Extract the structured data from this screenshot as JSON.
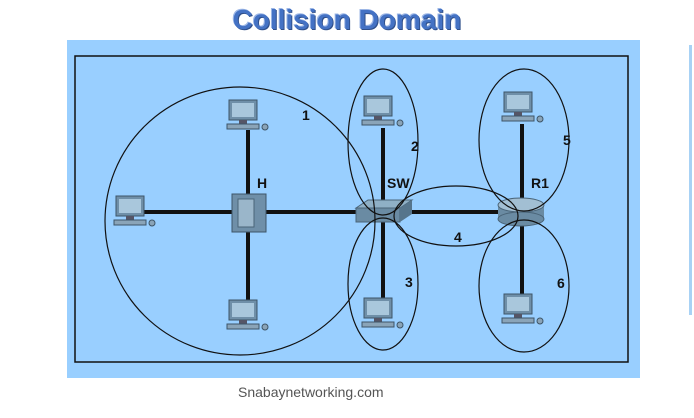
{
  "title": "Collision Domain",
  "footer": "Snabaynetworking.com",
  "labels": {
    "hub": "H",
    "switch": "SW",
    "router": "R1"
  },
  "domains": [
    "1",
    "2",
    "3",
    "4",
    "5",
    "6"
  ],
  "colors": {
    "background": "#99cfff",
    "title": "#4472c4"
  }
}
